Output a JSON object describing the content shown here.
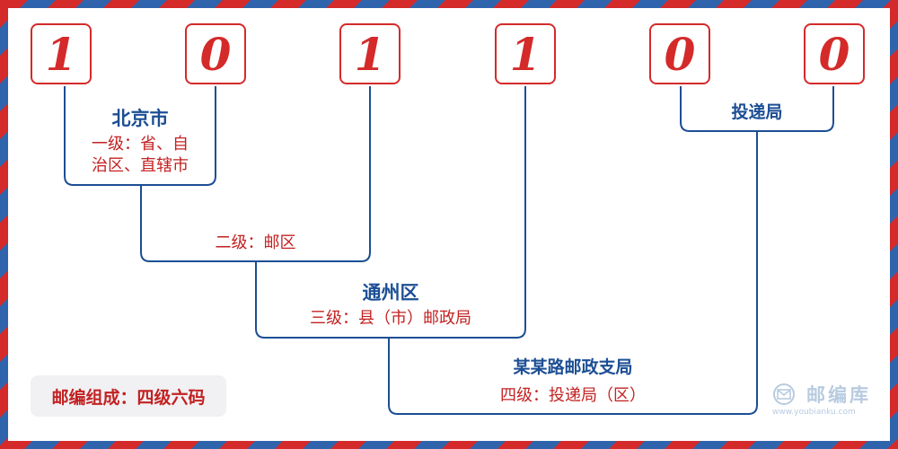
{
  "postcode": {
    "digits": [
      "1",
      "0",
      "1",
      "1",
      "0",
      "0"
    ]
  },
  "levels": {
    "level1": {
      "title": "北京市",
      "desc_line1": "一级：省、自",
      "desc_line2": "治区、直辖市"
    },
    "level2": {
      "desc": "二级：邮区"
    },
    "level3": {
      "title": "通州区",
      "desc": "三级：县（市）邮政局"
    },
    "level4": {
      "title": "某某路邮政支局",
      "desc": "四级：投递局（区）"
    },
    "delivery": {
      "title": "投递局"
    }
  },
  "legend": {
    "text": "邮编组成：四级六码"
  },
  "watermark": {
    "name": "邮编库",
    "url": "www.youbianku.com"
  },
  "colors": {
    "red": "#d42a2a",
    "blue": "#1c4e94",
    "border_red": "#d42a2a",
    "border_blue": "#2f64ad"
  }
}
